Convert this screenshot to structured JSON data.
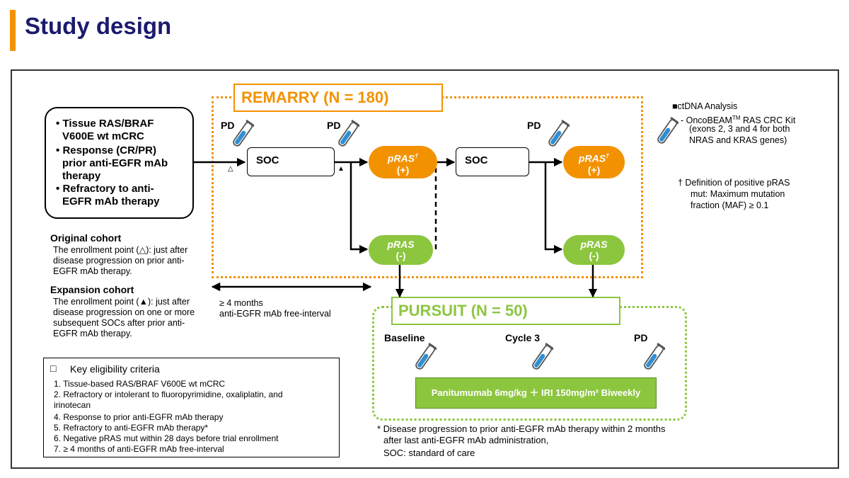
{
  "page_title": "Study design",
  "remarry": {
    "label": "REMARRY (N = 180)"
  },
  "pursuit": {
    "label": "PURSUIT (N = 50)"
  },
  "population": [
    {
      "bullet": "•",
      "lines": [
        "Tissue RAS/BRAF",
        "V600E wt mCRC"
      ]
    },
    {
      "bullet": "•",
      "lines": [
        "Response (CR/PR)",
        "prior anti-EGFR mAb",
        "therapy"
      ]
    },
    {
      "bullet": "•",
      "lines": [
        "Refractory to anti-",
        "EGFR mAb therapy"
      ]
    }
  ],
  "flow": {
    "pd": "PD",
    "soc": "SOC",
    "pras_pos_title": "pRAS",
    "pras_pos_sup": "†",
    "pras_pos_sign": "(+)",
    "pras_neg_title": "pRAS",
    "pras_neg_sign": "(-)",
    "open_triangle": "△",
    "filled_triangle": "▲"
  },
  "interval": {
    "line1": "≥ 4 months",
    "line2": "anti-EGFR mAb free-interval"
  },
  "cohorts": {
    "original_head": "Original cohort",
    "original_lines": [
      "The enrollment point (△): just after",
      "disease progression on prior anti-",
      "EGFR mAb therapy."
    ],
    "expansion_head": "Expansion cohort",
    "expansion_lines": [
      "The enrollment point (▲): just after",
      "disease progression on one or more",
      "subsequent SOCs after prior anti-",
      "EGFR mAb therapy."
    ]
  },
  "ctdna": {
    "head": "■ctDNA Analysis",
    "line1_pre": "- OncoBEAM",
    "line1_sup": "TM",
    "line1_post": " RAS CRC Kit",
    "line2": "(exons 2, 3 and 4 for both",
    "line3": "NRAS and KRAS genes)"
  },
  "definition": {
    "line1": "† Definition of positive pRAS",
    "line2": "mut: Maximum mutation",
    "line3": "fraction (MAF) ≥ 0.1"
  },
  "pursuit_flow": {
    "baseline": "Baseline",
    "cycle3": "Cycle 3",
    "pd": "PD",
    "treatment": "Panitumumab 6mg/kg ＋ IRI 150mg/m² Biweekly"
  },
  "footnotes": {
    "star_line1": "* Disease progression to prior anti-EGFR mAb therapy within 2 months",
    "star_line2": "after last anti-EGFR mAb administration,",
    "soc": "SOC: standard of care"
  },
  "criteria": {
    "head_icon": "□",
    "head": "Key eligibility criteria",
    "items": [
      "1.  Tissue-based RAS/BRAF V600E wt mCRC",
      "2.  Refractory or intolerant to fluoropyrimidine, oxaliplatin, and",
      "     irinotecan",
      "4.  Response to prior anti-EGFR mAb therapy",
      "5.  Refractory to anti-EGFR mAb therapy*",
      "6.  Negative pRAS mut within 28 days before trial enrollment",
      "7.  ≥ 4 months of anti-EGFR mAb free-interval"
    ]
  },
  "colors": {
    "orange": "#f39200",
    "green": "#8cc63f",
    "title": "#1a1a6e",
    "tube_liquid": "#2e8fd6"
  }
}
